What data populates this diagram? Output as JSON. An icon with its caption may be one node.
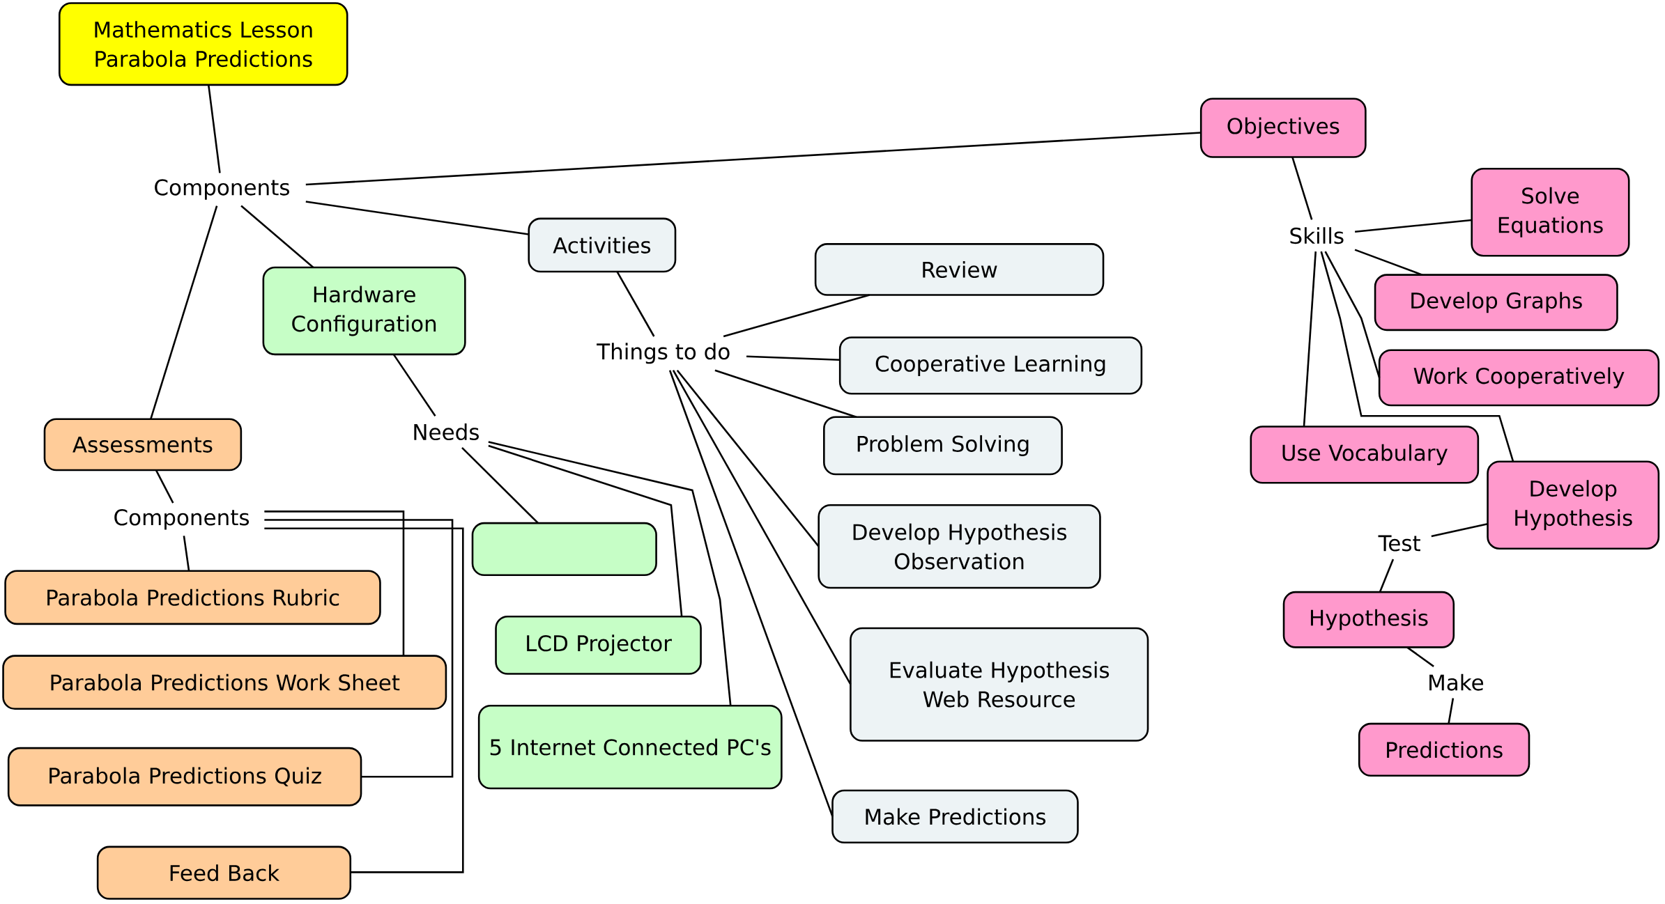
{
  "diagram": {
    "nodes": [
      {
        "text": [
          "Mathematics Lesson Parabola Predictions"
        ]
      },
      {
        "text": [
          "Components"
        ]
      },
      {
        "text": [
          "Objectives"
        ]
      },
      {
        "text": [
          "Activities"
        ]
      },
      {
        "text": [
          "Hardware Configuration"
        ]
      },
      {
        "text": [
          "Assessments"
        ]
      },
      {
        "text": [
          "Things to do"
        ]
      },
      {
        "text": [
          "Needs"
        ]
      },
      {
        "text": [
          "Components"
        ]
      },
      {
        "text": [
          "Skills"
        ]
      },
      {
        "text": [
          "Solve Equations"
        ]
      },
      {
        "text": [
          "Develop Graphs"
        ]
      },
      {
        "text": [
          "Work Cooperatively"
        ]
      },
      {
        "text": [
          "Use Vocabulary"
        ]
      },
      {
        "text": [
          "Develop Hypothesis"
        ]
      },
      {
        "text": [
          "Test"
        ]
      },
      {
        "text": [
          "Hypothesis"
        ]
      },
      {
        "text": [
          "Make"
        ]
      },
      {
        "text": [
          "Predictions"
        ]
      },
      {
        "text": [
          "Review"
        ]
      },
      {
        "text": [
          "Cooperative Learning"
        ]
      },
      {
        "text": [
          "Problem Solving"
        ]
      },
      {
        "text": [
          "Develop Hypothesis Observation"
        ]
      },
      {
        "text": [
          "Evaluate Hypothesis Web Resource"
        ]
      },
      {
        "text": [
          "Make Predictions"
        ]
      },
      {
        "text": [],
        "shape": "box"
      },
      {
        "text": [
          "LCD Projector"
        ]
      },
      {
        "text": [
          "5 Internet Connected PC's"
        ]
      },
      {
        "text": [
          "Parabola Predictions Rubric"
        ]
      },
      {
        "text": [
          "Parabola Predictions Work Sheet"
        ]
      },
      {
        "text": [
          "Parabola Predictions Quiz"
        ]
      },
      {
        "text": [
          "Feed Back"
        ]
      }
    ],
    "edges": [
      {
        "from": 0,
        "to": 1,
        "arrow": "none"
      },
      {
        "from": 1,
        "to": 2,
        "arrow": "none"
      },
      {
        "from": 1,
        "to": 3,
        "arrow": "none"
      },
      {
        "from": 1,
        "to": 4,
        "arrow": "none"
      },
      {
        "from": 1,
        "to": 5,
        "arrow": "none"
      },
      {
        "from": 3,
        "to": 6,
        "arrow": "none"
      },
      {
        "from": 6,
        "to": 19,
        "arrow": "none"
      },
      {
        "from": 6,
        "to": 20,
        "arrow": "none"
      },
      {
        "from": 6,
        "to": 21,
        "arrow": "none"
      },
      {
        "from": 6,
        "to": 22,
        "arrow": "none"
      },
      {
        "from": 6,
        "to": 23,
        "arrow": "none"
      },
      {
        "from": 6,
        "to": 24,
        "arrow": "none"
      },
      {
        "from": 4,
        "to": 7,
        "arrow": "none"
      },
      {
        "from": 7,
        "to": 25,
        "arrow": "none"
      },
      {
        "from": 7,
        "to": 26,
        "arrow": "none"
      },
      {
        "from": 7,
        "to": 27,
        "arrow": "none"
      },
      {
        "from": 5,
        "to": 8,
        "arrow": "none"
      },
      {
        "from": 8,
        "to": 28,
        "arrow": "none"
      },
      {
        "from": 8,
        "to": 29,
        "arrow": "none"
      },
      {
        "from": 8,
        "to": 30,
        "arrow": "none"
      },
      {
        "from": 8,
        "to": 31,
        "arrow": "none"
      },
      {
        "from": 2,
        "to": 9,
        "arrow": "none"
      },
      {
        "from": 9,
        "to": 10,
        "arrow": "none"
      },
      {
        "from": 9,
        "to": 11,
        "arrow": "none"
      },
      {
        "from": 9,
        "to": 12,
        "arrow": "none"
      },
      {
        "from": 9,
        "to": 14,
        "arrow": "none"
      },
      {
        "from": 9,
        "to": 13,
        "arrow": "none"
      },
      {
        "from": 14,
        "to": 15,
        "arrow": "none"
      },
      {
        "from": 15,
        "to": 16,
        "arrow": "none"
      },
      {
        "from": 16,
        "to": 17,
        "arrow": "none"
      },
      {
        "from": 17,
        "to": 18,
        "arrow": "none"
      }
    ]
  }
}
